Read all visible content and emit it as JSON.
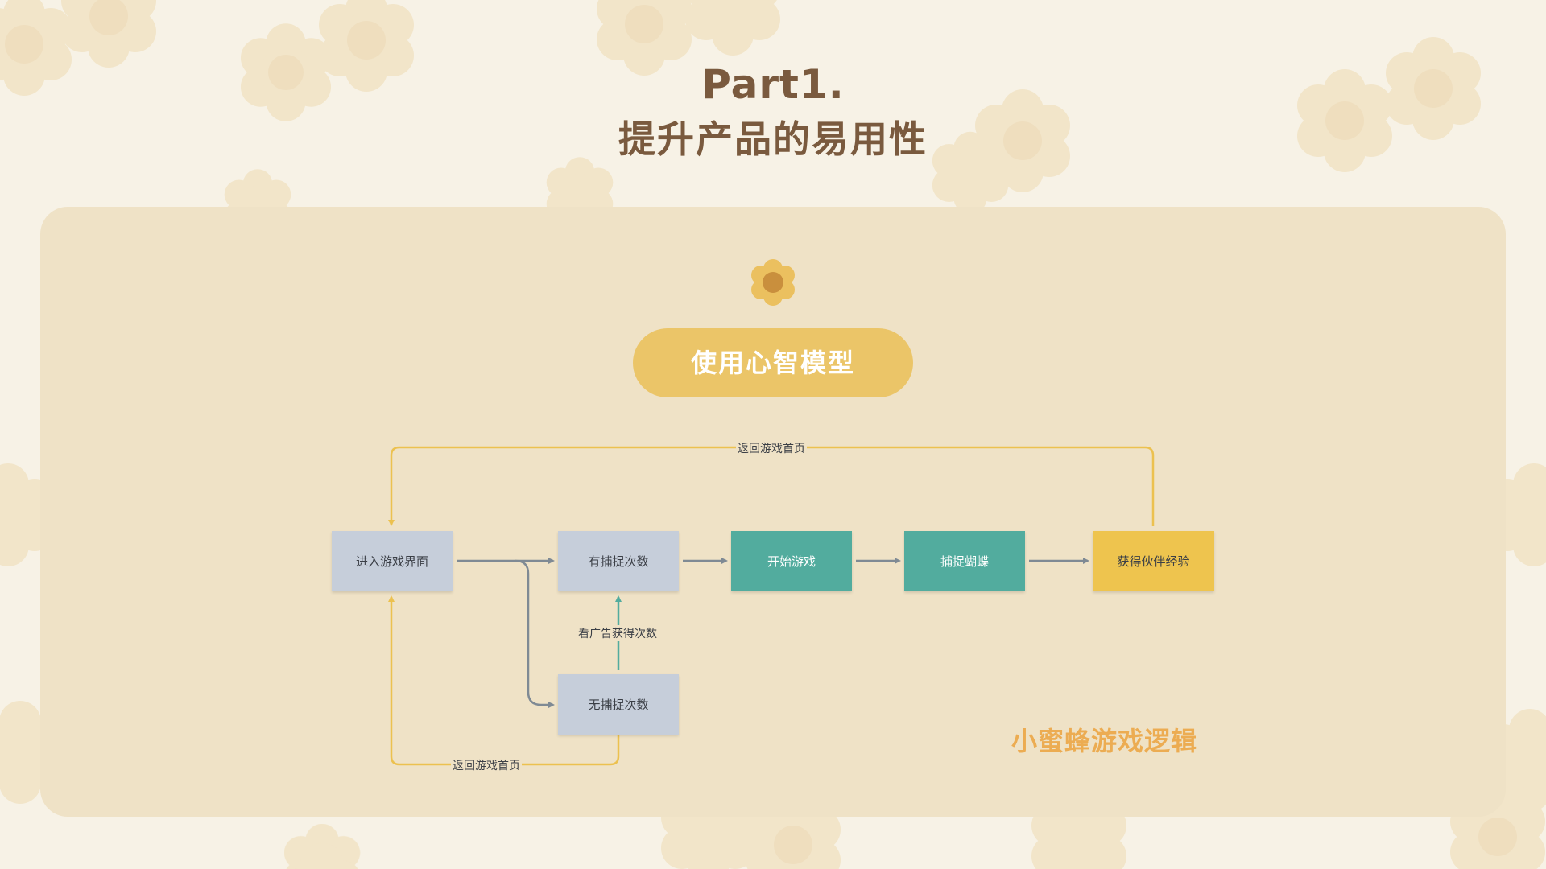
{
  "header": {
    "title_line1": "Part1.",
    "title_line2": "提升产品的易用性"
  },
  "card": {
    "pill_label": "使用心智模型",
    "caption": "小蜜蜂游戏逻辑"
  },
  "diagram": {
    "nodes": [
      {
        "id": "enter",
        "label": "进入游戏界面",
        "color": "#c6ceda"
      },
      {
        "id": "has",
        "label": "有捕捉次数",
        "color": "#c6ceda"
      },
      {
        "id": "start",
        "label": "开始游戏",
        "color": "#52ac9e"
      },
      {
        "id": "catch",
        "label": "捕捉蝴蝶",
        "color": "#52ac9e"
      },
      {
        "id": "exp",
        "label": "获得伙伴经验",
        "color": "#eec44e"
      },
      {
        "id": "none",
        "label": "无捕捉次数",
        "color": "#c6ceda"
      }
    ],
    "edge_labels": {
      "return_top": "返回游戏首页",
      "ad": "看广告获得次数",
      "return_bottom": "返回游戏首页"
    }
  },
  "colors": {
    "background": "#f7f2e6",
    "card": "#efe2c6",
    "accent_gold": "#ebc568",
    "title_brown": "#7a5a3e",
    "arrow_gray": "#7f8a94",
    "arrow_gold": "#ecc14f",
    "arrow_teal": "#52ac9e"
  }
}
